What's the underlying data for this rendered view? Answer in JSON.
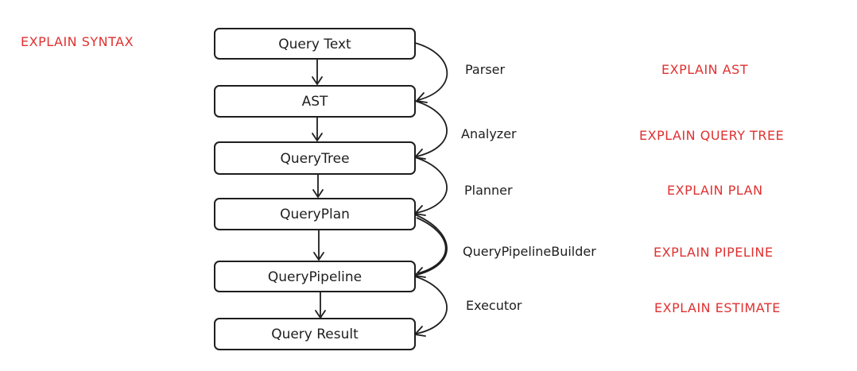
{
  "stages": [
    {
      "label": "Query Text"
    },
    {
      "label": "AST"
    },
    {
      "label": "QueryTree"
    },
    {
      "label": "QueryPlan"
    },
    {
      "label": "QueryPipeline"
    },
    {
      "label": "Query Result"
    }
  ],
  "transitions": [
    {
      "label": "Parser",
      "explain": "EXPLAIN AST"
    },
    {
      "label": "Analyzer",
      "explain": "EXPLAIN QUERY TREE"
    },
    {
      "label": "Planner",
      "explain": "EXPLAIN PLAN"
    },
    {
      "label": "QueryPipelineBuilder",
      "explain": "EXPLAIN PIPELINE"
    },
    {
      "label": "Executor",
      "explain": "EXPLAIN ESTIMATE"
    }
  ],
  "syntax_label": "EXPLAIN SYNTAX",
  "colors": {
    "ink": "#1e1e1e",
    "accent": "#e03131",
    "background": "#ffffff"
  }
}
